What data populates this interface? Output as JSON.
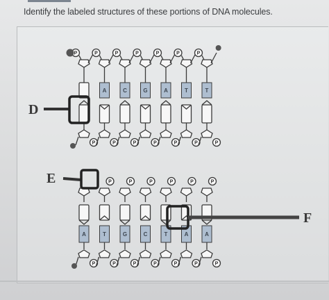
{
  "question": "Identify the labeled structures of these portions of DNA molecules.",
  "labels": {
    "d": "D",
    "e": "E",
    "f": "F"
  },
  "phosphate_symbol": "P",
  "top_molecule": {
    "upper_strand_bases": [
      "",
      "A",
      "C",
      "G",
      "A",
      "T",
      "T"
    ]
  },
  "bottom_molecule": {
    "lower_strand_bases": [
      "A",
      "T",
      "G",
      "C",
      "T",
      "A",
      "A"
    ]
  },
  "colors": {
    "highlight": "#2b2b2b",
    "base_label_fill": "#aebed0",
    "outline": "#3a3a3a"
  }
}
